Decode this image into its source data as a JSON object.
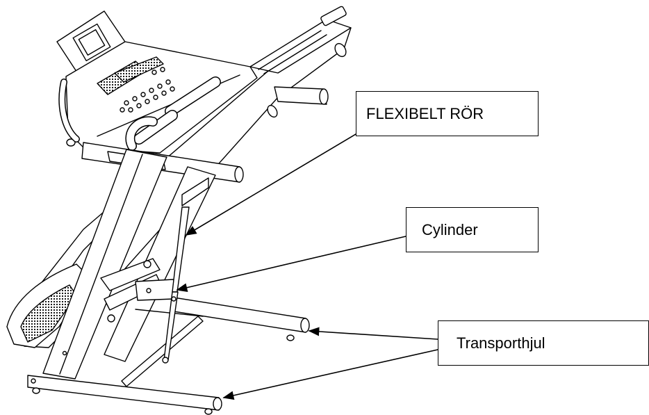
{
  "labels": {
    "flexibelt_ror": "FLEXIBELT RÖR",
    "cylinder": "Cylinder",
    "transporthjul": "Transporthjul"
  },
  "colors": {
    "line": "#000000",
    "background": "#ffffff",
    "fill": "#ffffff"
  }
}
